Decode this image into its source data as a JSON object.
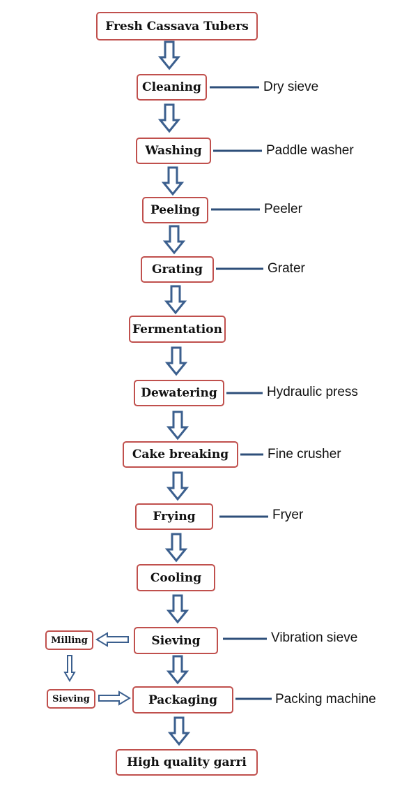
{
  "steps": [
    {
      "label": "Fresh Cassava Tubers",
      "equipment": ""
    },
    {
      "label": "Cleaning",
      "equipment": "Dry sieve"
    },
    {
      "label": "Washing",
      "equipment": "Paddle washer"
    },
    {
      "label": "Peeling",
      "equipment": "Peeler"
    },
    {
      "label": "Grating",
      "equipment": "Grater"
    },
    {
      "label": "Fermentation",
      "equipment": ""
    },
    {
      "label": "Dewatering",
      "equipment": "Hydraulic press"
    },
    {
      "label": "Cake breaking",
      "equipment": "Fine crusher"
    },
    {
      "label": "Frying",
      "equipment": "Fryer"
    },
    {
      "label": "Cooling",
      "equipment": ""
    },
    {
      "label": "Sieving",
      "equipment": "Vibration sieve"
    },
    {
      "label": "Packaging",
      "equipment": "Packing machine"
    },
    {
      "label": "High quality garri",
      "equipment": ""
    }
  ],
  "side_branch": {
    "milling": "Milling",
    "sieving": "Sieving"
  },
  "colors": {
    "box_border": "#c0504d",
    "arrow": "#3b5f8e",
    "connector": "#2e4f7a"
  }
}
